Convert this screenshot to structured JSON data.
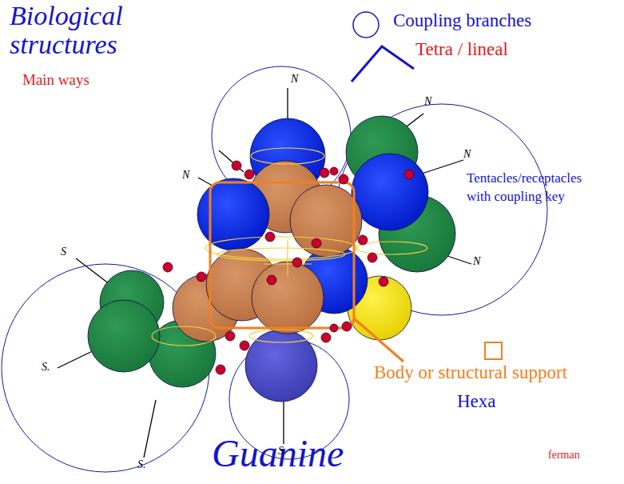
{
  "diagram": {
    "title": "Biological structures",
    "caption": "Guanine",
    "labels": [
      "Main ways",
      "Tetra / lineal",
      "Tentacles/receptacles with coupling key",
      "Hexa",
      "ferman",
      "N",
      "N",
      "N",
      "N",
      "N",
      "S",
      "S.",
      "S.",
      "S"
    ],
    "legend": [
      {
        "text": "Coupling branches"
      },
      {
        "text": "Body or structural support"
      }
    ]
  }
}
